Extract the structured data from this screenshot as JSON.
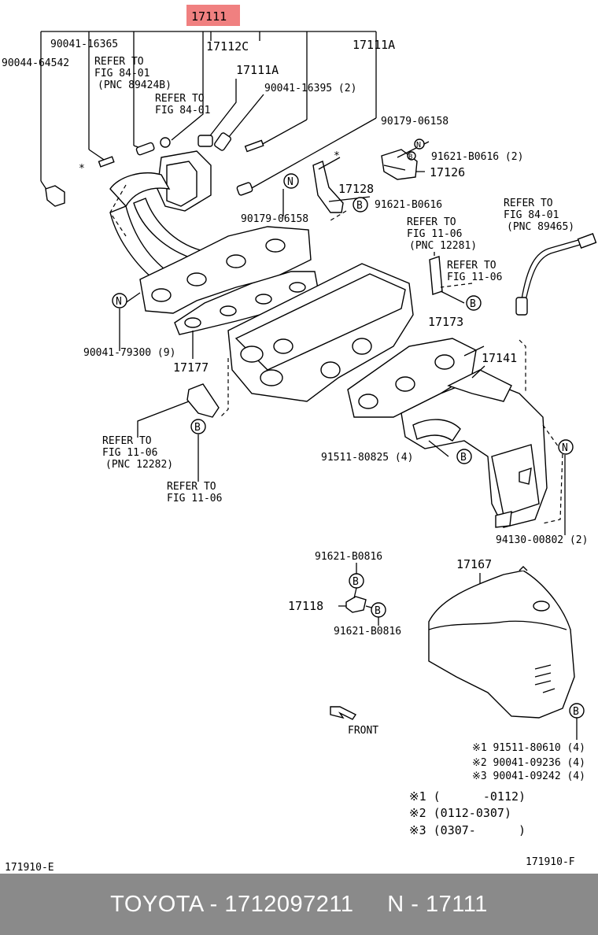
{
  "highlight": {
    "part_no": "17111",
    "color": "#f08080"
  },
  "callouts": {
    "c_17112C": "17112C",
    "c_17111A_top": "17111A",
    "c_17111A_mid": "17111A",
    "c_90041_16365": "90041-16365",
    "c_90044_64542": "90044-64542",
    "c_ref_8401_a1": "REFER TO",
    "c_ref_8401_a2": "FIG 84-01",
    "c_ref_8401_a3": "(PNC 89424B)",
    "c_ref_8401_b1": "REFER TO",
    "c_ref_8401_b2": "FIG 84-01",
    "c_90041_16395": "90041-16395 (2)",
    "c_90179_06158_top": "90179-06158",
    "c_91621_B0616_2": "91621-B0616 (2)",
    "c_17126": "17126",
    "c_17128": "17128",
    "c_91621_B0616": "91621-B0616",
    "c_90179_06158_mid": "90179-06158",
    "c_ref_1106_a1": "REFER TO",
    "c_ref_1106_a2": "FIG 11-06",
    "c_ref_1106_a3": "(PNC 12281)",
    "c_ref_1106_b1": "REFER TO",
    "c_ref_1106_b2": "FIG 11-06",
    "c_ref_8401_c1": "REFER TO",
    "c_ref_8401_c2": "FIG 84-01",
    "c_ref_8401_c3": "(PNC 89465)",
    "c_17173": "17173",
    "c_17141": "17141",
    "c_90041_79300": "90041-79300 (9)",
    "c_17177": "17177",
    "c_ref_1106_c1": "REFER TO",
    "c_ref_1106_c2": "FIG 11-06",
    "c_ref_1106_c3": "(PNC 12282)",
    "c_ref_1106_d1": "REFER TO",
    "c_ref_1106_d2": "FIG 11-06",
    "c_91511_80825": "91511-80825 (4)",
    "c_94130_00802": "94130-00802 (2)",
    "c_91621_B0816_a": "91621-B0816",
    "c_17118": "17118",
    "c_91621_B0816_b": "91621-B0816",
    "c_17167": "17167",
    "c_front": "FRONT"
  },
  "markers": {
    "N": "N",
    "B": "B"
  },
  "notes": {
    "n1_part": "※1 91511-80610 (4)",
    "n2_part": "※2 90041-09236 (4)",
    "n3_part": "※3 90041-09242 (4)",
    "n1_date": "※1 (      -0112)",
    "n2_date": "※2 (0112-0307)",
    "n3_date": "※3 (0307-      )"
  },
  "codes": {
    "left": "171910-E",
    "right": "171910-F"
  },
  "footer": {
    "text": "TOYOTA - 1712097211     N - 17111"
  }
}
